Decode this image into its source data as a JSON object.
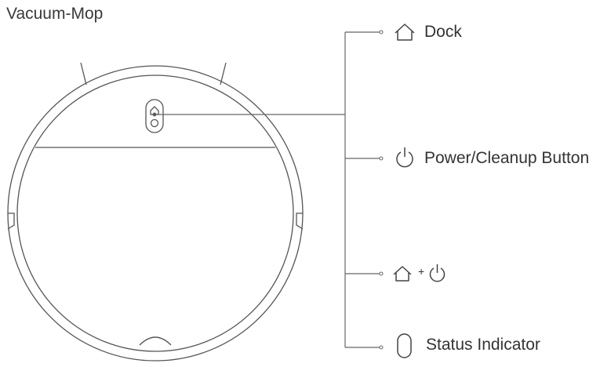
{
  "title": "Vacuum-Mop",
  "callouts": [
    {
      "icon": "home-icon",
      "label": "Dock"
    },
    {
      "icon": "power-icon",
      "label": "Power/Cleanup Button"
    },
    {
      "icon": "home-plus-power-icon",
      "label": "",
      "plus": "+"
    },
    {
      "icon": "status-indicator-icon",
      "label": "Status Indicator"
    }
  ],
  "colors": {
    "line": "#666666",
    "stroke": "#555555"
  }
}
